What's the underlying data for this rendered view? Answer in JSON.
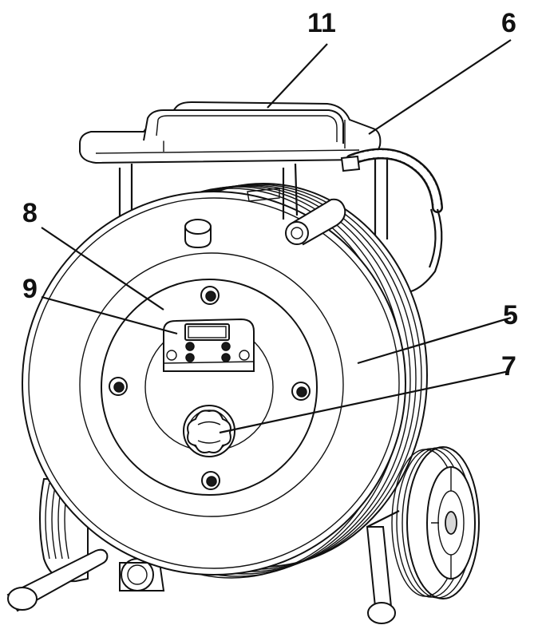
{
  "callouts": {
    "c11": "11",
    "c6": "6",
    "c8": "8",
    "c9": "9",
    "c5": "5",
    "c7": "7"
  },
  "colors": {
    "line": "#111111",
    "background": "#ffffff",
    "metal": "#d8d8d8"
  }
}
